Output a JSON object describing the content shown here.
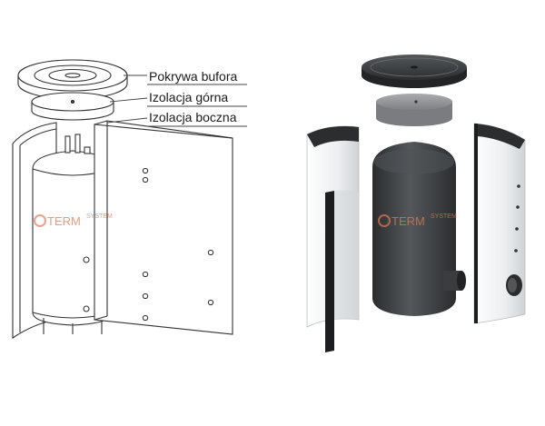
{
  "labels": {
    "lid": "Pokrywa bufora",
    "top_insulation": "Izolacja górna",
    "side_insulation": "Izolacja boczna"
  },
  "watermark": {
    "text": "TERM",
    "suffix": "SYSTEM"
  },
  "colors": {
    "line": "#333333",
    "jacket_dark": "#2f3133",
    "jacket_light": "#e9eaec",
    "foam_grey": "#8e9093",
    "watermark": "#e07a57"
  }
}
